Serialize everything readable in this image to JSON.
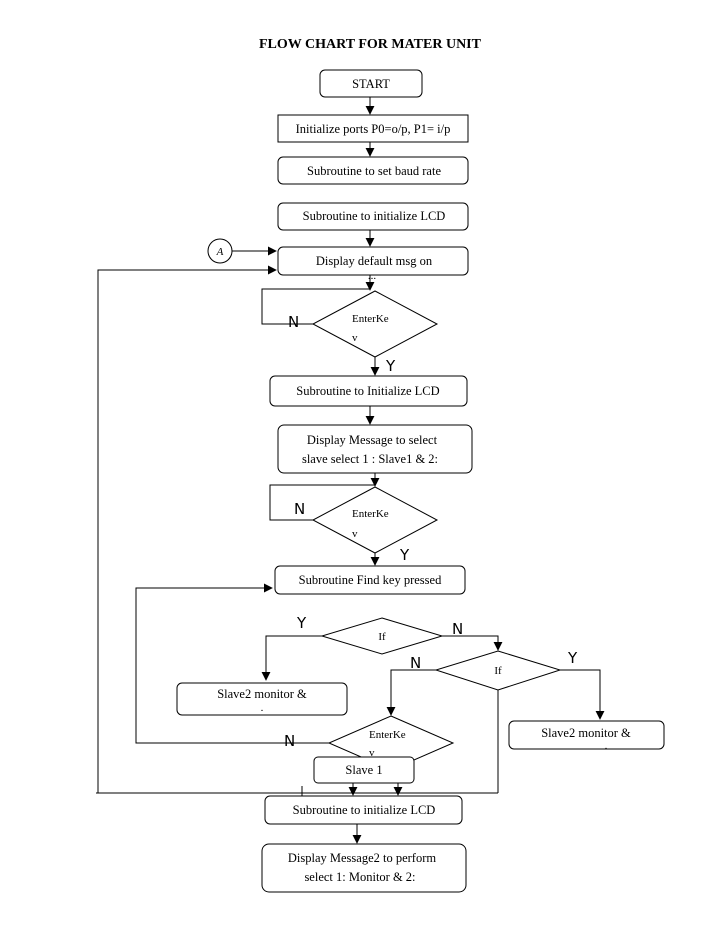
{
  "title": "FLOW CHART FOR MATER UNIT",
  "connector_label": "A",
  "labels": {
    "yes": "Y",
    "no": "N"
  },
  "nodes": {
    "start": "START",
    "init_ports": "Initialize ports P0=o/p, P1= i/p",
    "baud": "Subroutine to set baud rate",
    "init_lcd_1": "Subroutine to initialize LCD",
    "display_default_1": "Display default msg on",
    "display_default_2": "...",
    "enter_key_1_a": "EnterKe",
    "enter_key_1_b": "v",
    "init_lcd_2": "Subroutine to Initialize LCD",
    "select_msg_1": "Display Message to select",
    "select_msg_2": "slave select 1 : Slave1 & 2:",
    "enter_key_2_a": "EnterKe",
    "enter_key_2_b": "v",
    "find_key": "Subroutine Find key pressed",
    "if_1": "If",
    "if_2": "If",
    "slave2_left_1": "Slave2 monitor &",
    "slave2_left_2": ".",
    "slave2_right_1": "Slave2 monitor &",
    "slave2_right_2": ".",
    "enter_key_3_a": "EnterKe",
    "enter_key_3_b": "v",
    "slave1": "Slave 1",
    "init_lcd_3": "Subroutine to initialize LCD",
    "msg2_1": "Display Message2 to perform",
    "msg2_2": "select 1:  Monitor & 2:"
  }
}
